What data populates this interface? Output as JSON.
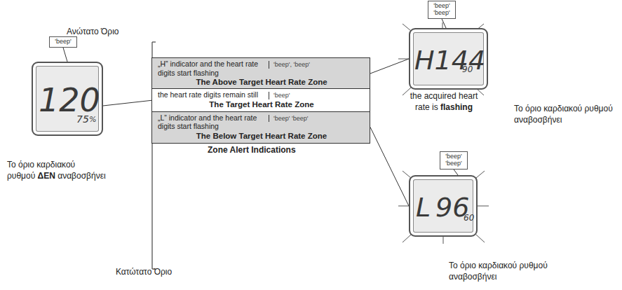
{
  "diagram": {
    "nodes": [
      {
        "text": [
          "„H” indicator and the heart rate digits start flashing",
          "'beep', 'beep'",
          "The Above Target Heart Rate Zone"
        ]
      },
      {
        "text": [
          "the heart rate digits remain still",
          "'beep'",
          "The Target Heart Rate Zone"
        ]
      },
      {
        "text": [
          "„L” indicator and the heart rate digits start flashing",
          "'beep' 'beep'",
          "The Below Target Heart Rate Zone"
        ]
      },
      {
        "text": [
          "'beep'"
        ]
      },
      {
        "text": [
          "120",
          "75",
          "%"
        ]
      },
      {
        "text": [
          "'beep' 'beep'"
        ]
      },
      {
        "text": [
          "H144",
          "90"
        ]
      },
      {
        "text": [
          "'beep' 'beep'"
        ]
      },
      {
        "text": [
          "L",
          "96",
          "60"
        ]
      }
    ],
    "edges": [
      {
        "from": 1,
        "to": 4,
        "arrow": "none"
      },
      {
        "from": 0,
        "to": 6,
        "arrow": "none"
      },
      {
        "from": 2,
        "to": 8,
        "arrow": "none"
      },
      {
        "from": 3,
        "to": 4,
        "arrow": "none"
      },
      {
        "from": 5,
        "to": 6,
        "arrow": "none"
      },
      {
        "from": 7,
        "to": 8,
        "arrow": "none"
      }
    ],
    "labels": [
      "Ανώτατο Όριο",
      "Το όριο καρδιακού ρυθμού",
      "ΔΕΝ",
      "αναβοσβήνει",
      "Κατώτατο Όριο",
      "the acquired heart rate is",
      "flashing",
      "Το όριο καρδιακού ρυθμού αναβοσβήνει",
      "Το όριο καρδιακού ρυθμού αναβοσβήνει",
      "Zone Alert Indications"
    ]
  }
}
